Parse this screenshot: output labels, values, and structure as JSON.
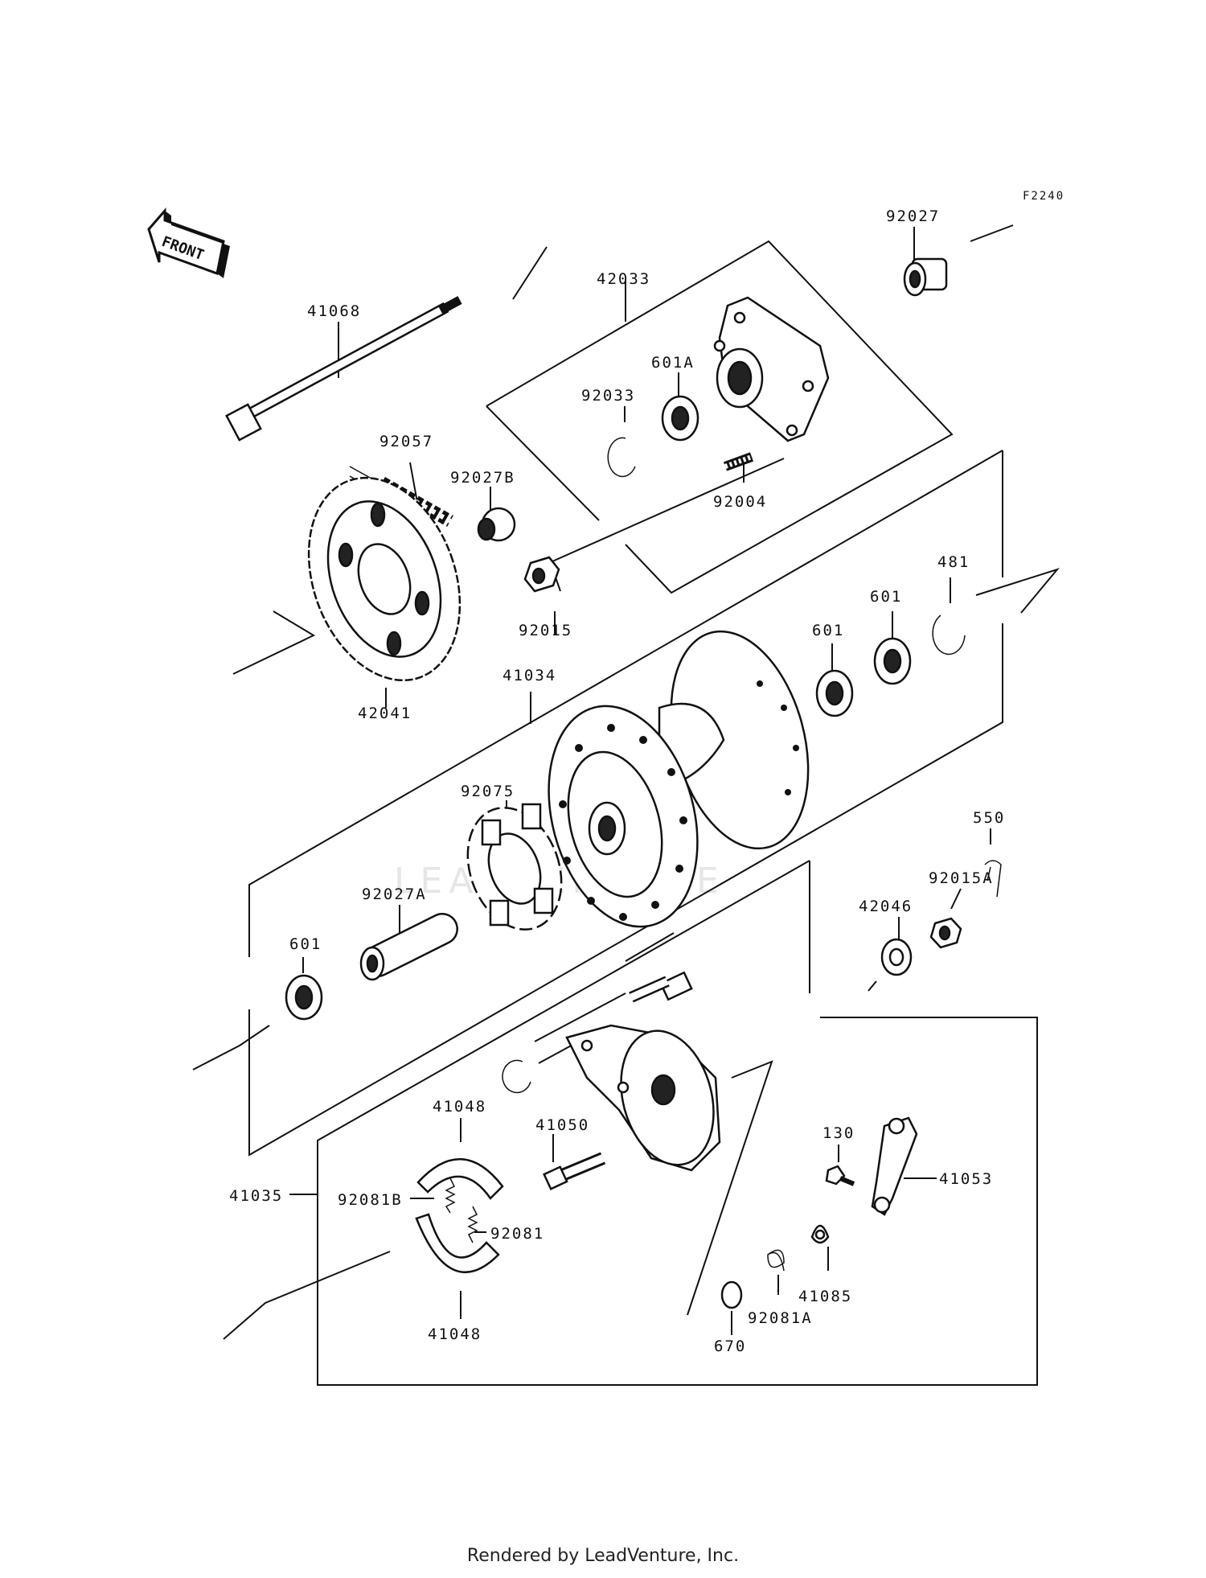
{
  "diagram_code": "F2240",
  "front_label": "FRONT",
  "watermark": "LEADVENTURE",
  "footer": "Rendered by LeadVenture, Inc.",
  "labels": {
    "p92027": "92027",
    "p42033": "42033",
    "p41068": "41068",
    "p601a": "601A",
    "p92033": "92033",
    "p92057": "92057",
    "p92027b": "92027B",
    "p92004": "92004",
    "p481": "481",
    "p601_top": "601",
    "p601_mid": "601",
    "p92015": "92015",
    "p42041": "42041",
    "p41034": "41034",
    "p92075": "92075",
    "p550": "550",
    "p92015a": "92015A",
    "p92027a": "92027A",
    "p42046": "42046",
    "p601_left": "601",
    "p41048_top": "41048",
    "p41050": "41050",
    "p130": "130",
    "p41053": "41053",
    "p41035": "41035",
    "p92081b": "92081B",
    "p92081": "92081",
    "p41085": "41085",
    "p92081a": "92081A",
    "p41048_bot": "41048",
    "p670": "670"
  }
}
